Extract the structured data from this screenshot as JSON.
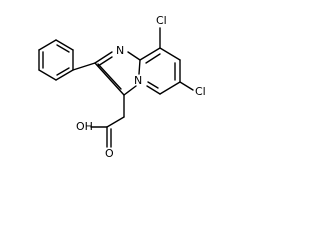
{
  "labels": {
    "n_ring": "N",
    "n_bridge": "N",
    "cl_top": "Cl",
    "cl_right": "Cl",
    "oxygen_oh": "OH",
    "oxygen_carbonyl": "O"
  },
  "colors": {
    "bond": "#000000",
    "text": "#000000",
    "background": "#ffffff"
  }
}
